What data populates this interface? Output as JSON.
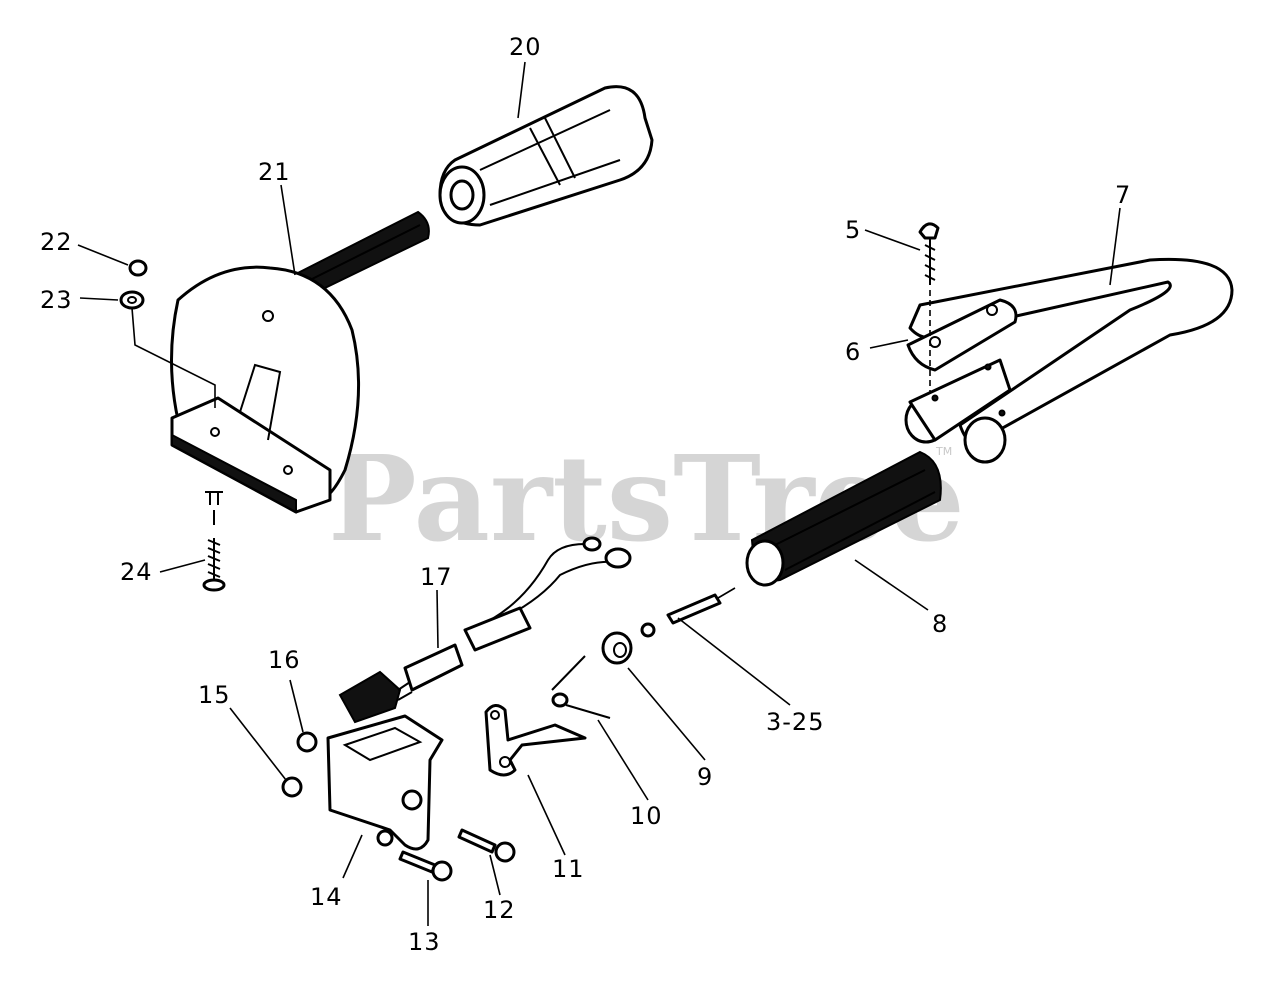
{
  "watermark": {
    "text": "PartsTree",
    "mark": "TM"
  },
  "callouts": [
    {
      "id": "c20",
      "text": "20"
    },
    {
      "id": "c21",
      "text": "21"
    },
    {
      "id": "c22",
      "text": "22"
    },
    {
      "id": "c23",
      "text": "23"
    },
    {
      "id": "c24",
      "text": "24"
    },
    {
      "id": "c7",
      "text": "7"
    },
    {
      "id": "c5",
      "text": "5"
    },
    {
      "id": "c6",
      "text": "6"
    },
    {
      "id": "c8",
      "text": "8"
    },
    {
      "id": "c17",
      "text": "17"
    },
    {
      "id": "c16",
      "text": "16"
    },
    {
      "id": "c15",
      "text": "15"
    },
    {
      "id": "c14",
      "text": "14"
    },
    {
      "id": "c13",
      "text": "13"
    },
    {
      "id": "c12",
      "text": "12"
    },
    {
      "id": "c11",
      "text": "11"
    },
    {
      "id": "c10",
      "text": "10"
    },
    {
      "id": "c9",
      "text": "9"
    },
    {
      "id": "c325",
      "text": "3-25"
    }
  ]
}
